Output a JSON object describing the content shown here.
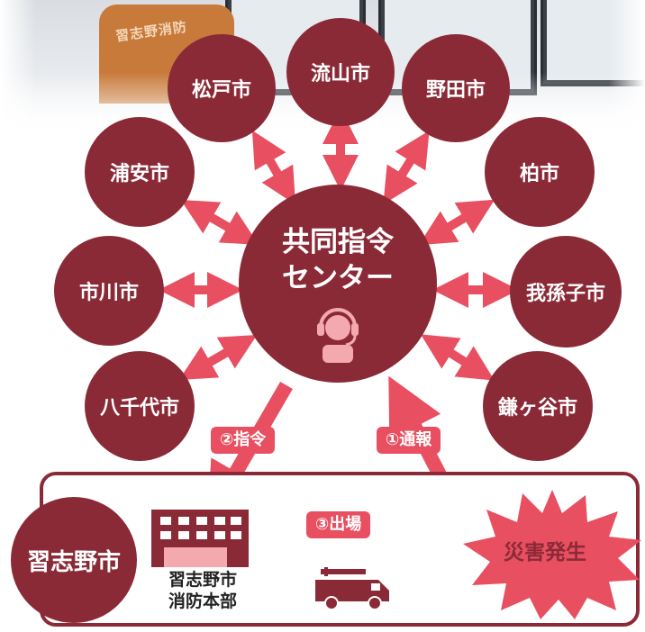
{
  "center": {
    "line1": "共同指令",
    "line2": "センター"
  },
  "cities": {
    "nagareyama": "流山市",
    "matsudo": "松戸市",
    "noda": "野田市",
    "urayasu": "浦安市",
    "kashiwa": "柏市",
    "ichikawa": "市川市",
    "abiko": "我孫子市",
    "yachiyo": "八千代市",
    "kamagaya": "鎌ヶ谷市"
  },
  "narashino": "習志野市",
  "hq": {
    "line1": "習志野市",
    "line2": "消防本部"
  },
  "disaster": "災害発生",
  "steps": {
    "command": "②指令",
    "report": "①通報",
    "dispatch": "③出場"
  },
  "photo_text": "習志野消防",
  "colors": {
    "circle": "#8b2a37",
    "arrow": "#e84f60"
  },
  "icons": [
    "operator-headset-icon",
    "fire-station-building-icon",
    "fire-truck-icon"
  ]
}
